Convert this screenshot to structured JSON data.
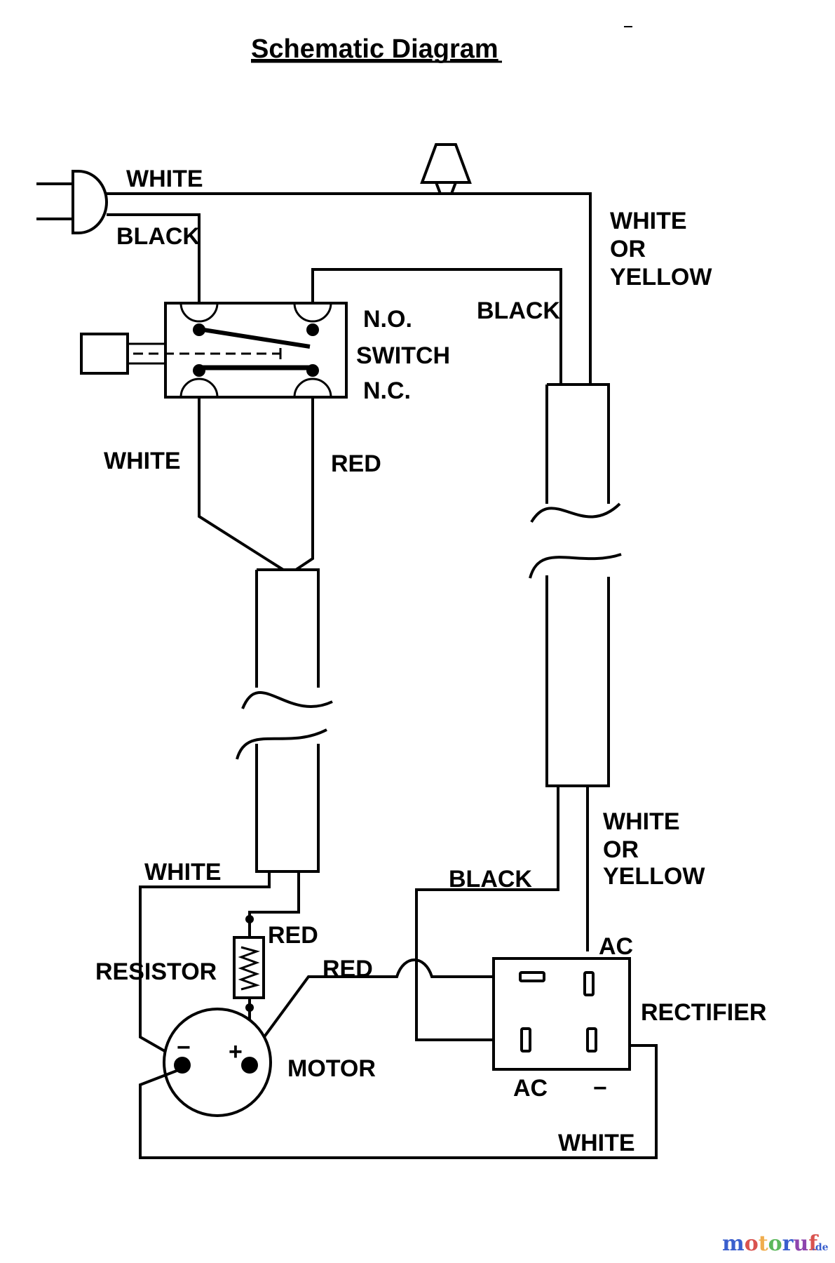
{
  "title": "Schematic Diagram",
  "labels": {
    "plug_white": "WHITE",
    "plug_black": "BLACK",
    "right_top_white": "WHITE",
    "right_top_or": "OR",
    "right_top_yellow": "YELLOW",
    "switch_black": "BLACK",
    "switch_no": "N.O.",
    "switch_name": "SWITCH",
    "switch_nc": "N.C.",
    "left_white": "WHITE",
    "left_red": "RED",
    "right_bottom_white": "WHITE",
    "right_bottom_or": "OR",
    "right_bottom_yellow": "YELLOW",
    "rect_black": "BLACK",
    "motor_white": "WHITE",
    "resistor_red": "RED",
    "resistor": "RESISTOR",
    "motor_red": "RED",
    "rectifier_ac_top": "AC",
    "rectifier": "RECTIFIER",
    "motor_minus": "−",
    "motor_plus": "+",
    "motor": "MOTOR",
    "rectifier_ac_bottom": "AC",
    "rectifier_minus": "−",
    "bottom_white": "WHITE"
  },
  "watermark": {
    "text": "motoruf",
    "suffix": ".de",
    "colors": [
      "#3a5fcd",
      "#d9534f",
      "#f0ad4e",
      "#5cb85c",
      "#3a5fcd",
      "#8e44ad",
      "#d9534f"
    ]
  }
}
